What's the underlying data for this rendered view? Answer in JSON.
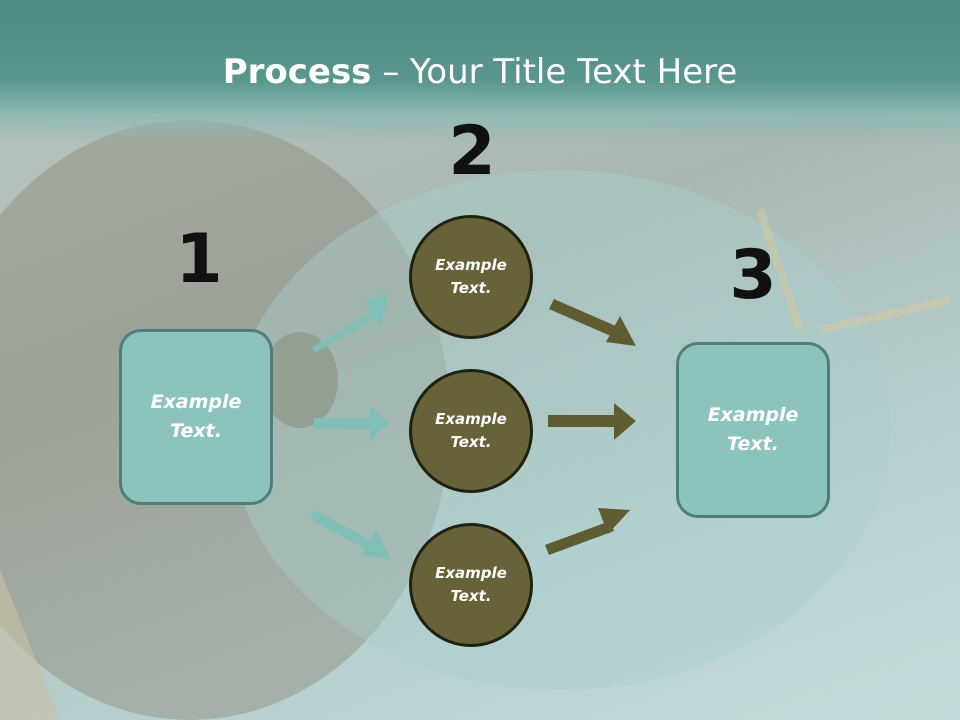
{
  "title": {
    "bold": "Process",
    "rest": " – Your Title Text Here"
  },
  "steps": [
    {
      "number": "1",
      "text": "Example Text."
    },
    {
      "number": "2",
      "text_top": "Example Text.",
      "text_middle": "Example Text.",
      "text_bottom": "Example Text."
    },
    {
      "number": "3",
      "text": "Example Text."
    }
  ],
  "colors": {
    "title_band": "#4e8b83",
    "teal_box": "#8cc4bd",
    "teal_arrow": "#7fbfb7",
    "olive_circle": "#676238",
    "olive_arrow": "#5f5c32"
  }
}
